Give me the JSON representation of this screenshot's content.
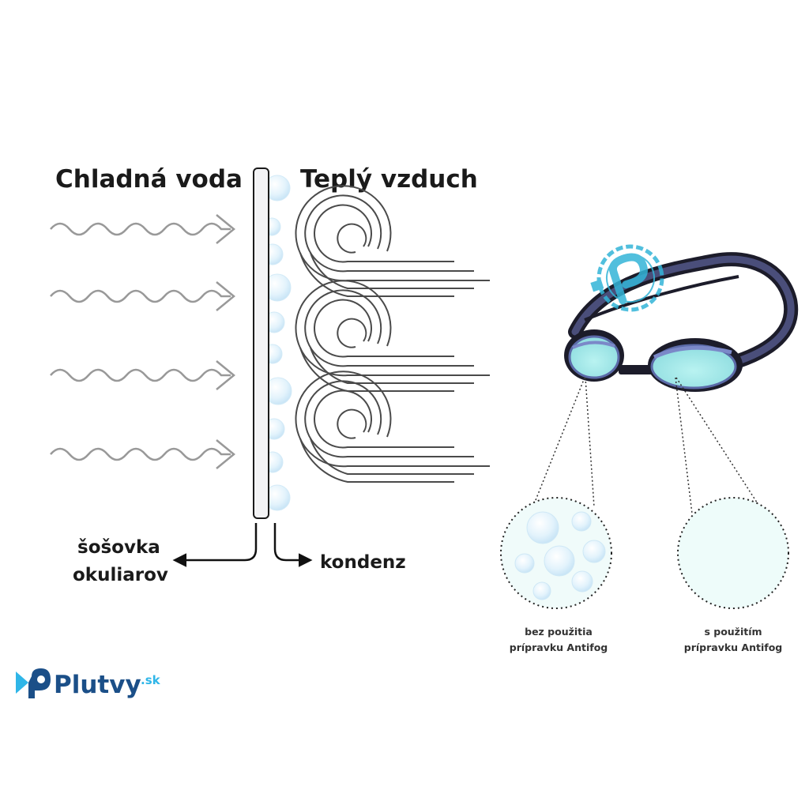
{
  "diagram": {
    "left_heading": "Chladná voda",
    "right_heading": "Teplý vzduch",
    "lens_label_line1": "šošovka",
    "lens_label_line2": "okuliarov",
    "condensate_label": "kondenz",
    "without_antifog_line1": "bez použitia",
    "without_antifog_line2": "prípravku Antifog",
    "with_antifog_line1": "s použitím",
    "with_antifog_line2": "prípravku Antifog"
  },
  "brand": {
    "name": "Plutvy",
    "tld": ".sk"
  },
  "colors": {
    "wave_stroke": "#999999",
    "swirl_stroke": "#4a4a4a",
    "lens_fill": "#f3f3f5",
    "droplet_fill": "#dff1fb",
    "goggle_lens": "#a9ecec",
    "goggle_frame": "#1c1c2a",
    "goggle_strap": "#4a4e7a",
    "brand_dark": "#1b4f88",
    "brand_light": "#2fb6e8",
    "stamp": "#33b5d8"
  },
  "icons": {
    "brand_logo": "plutvy-fin-icon",
    "stamp": "antifog-stamp-icon"
  }
}
